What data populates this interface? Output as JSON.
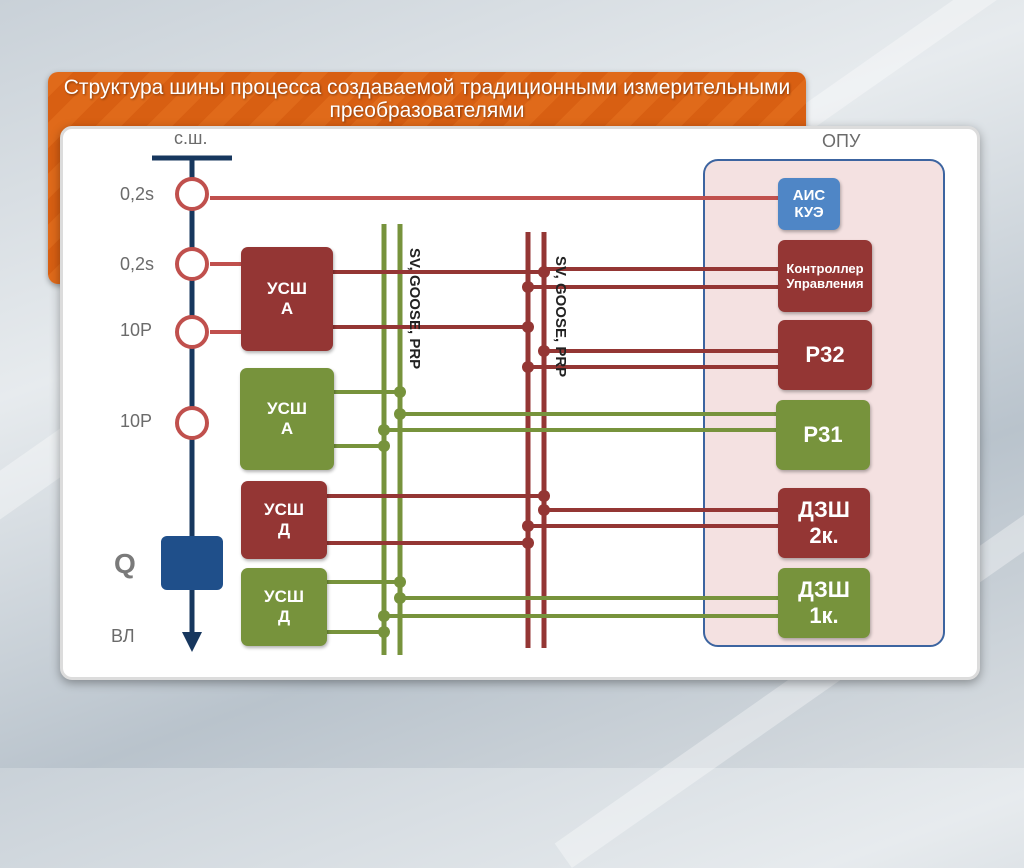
{
  "title": "Структура шины процесса создаваемой традиционными измерительными преобразователями",
  "labels": {
    "busbar": "с.ш.",
    "opu": "ОПУ",
    "line": "ВЛ",
    "breaker": "Q",
    "ct1": "0,2s",
    "ct2": "0,2s",
    "ct3": "10Р",
    "ct4": "10Р"
  },
  "bus_labels": {
    "green_bus": "SV, GOOSE, PRP",
    "red_bus": "SV, GOOSE, PRP"
  },
  "usb_units": [
    {
      "line1": "УСШ",
      "line2": "А"
    },
    {
      "line1": "УСШ",
      "line2": "А"
    },
    {
      "line1": "УСШ",
      "line2": "Д"
    },
    {
      "line1": "УСШ",
      "line2": "Д"
    }
  ],
  "opu_devices": {
    "ais_line1": "АИС",
    "ais_line2": "КУЭ",
    "controller_line1": "Контроллер",
    "controller_line2": "Управления",
    "r32": "Р32",
    "r31": "Р31",
    "dzsh2_line1": "ДЗШ",
    "dzsh2_line2": "2к.",
    "dzsh1_line1": "ДЗШ",
    "dzsh1_line2": "1к."
  },
  "colors": {
    "red": "#943634",
    "green": "#77933c",
    "navy": "#17375e",
    "blue": "#4f86c6",
    "orange": "#e06a1a"
  }
}
